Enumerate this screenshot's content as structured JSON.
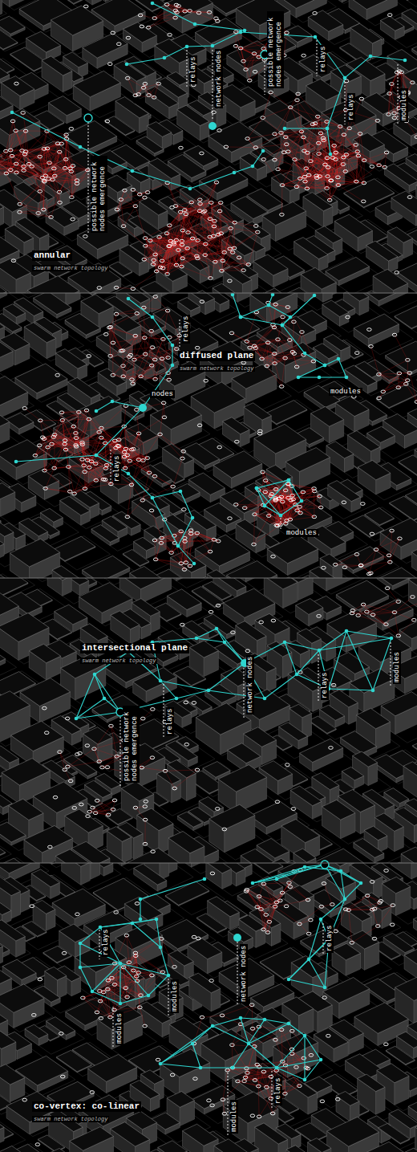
{
  "diagram": {
    "labels": [
      "relays",
      "network nodes",
      "possible network nodes emergence",
      "relays",
      "relays",
      "modules",
      "possible network nodes emergence",
      "annular",
      "swarm network topology",
      "relays",
      "diffused plane",
      "swarm network topology",
      "nodes",
      "modules",
      "relays",
      "modules",
      "intersectional plane",
      "swarm network topology",
      "network nodes",
      "relays",
      "modules",
      "relays",
      "possible network nodes emergence",
      "relays",
      "relays",
      "network nodes",
      "modules",
      "modules",
      "relays",
      "modules",
      "co-vertex: co-linear",
      "swarm network topology"
    ]
  }
}
